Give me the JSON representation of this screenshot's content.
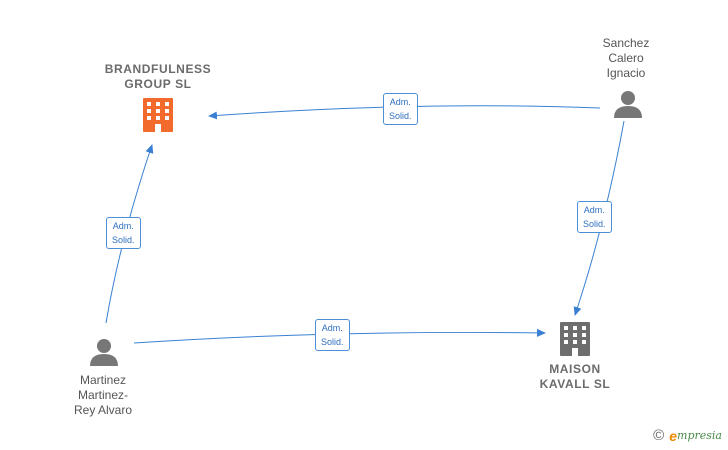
{
  "colors": {
    "edge": "#3a80d2",
    "company_highlight": "#f26a2c",
    "company_default": "#6e6e6e",
    "person": "#777777"
  },
  "nodes": {
    "brandfulness": {
      "label_lines": [
        "BRANDFULNESS",
        "GROUP  SL"
      ],
      "icon": "building-icon"
    },
    "maison": {
      "label_lines": [
        "MAISON",
        "KAVALL  SL"
      ],
      "icon": "building-icon"
    },
    "sanchez": {
      "label_lines": [
        "Sanchez",
        "Calero",
        "Ignacio"
      ],
      "icon": "person-icon"
    },
    "martinez": {
      "label_lines": [
        "Martinez",
        "Martinez-",
        "Rey Alvaro"
      ],
      "icon": "person-icon"
    }
  },
  "edges": [
    {
      "id": "sanchez-brandfulness",
      "label_lines": [
        "Adm.",
        "Solid."
      ]
    },
    {
      "id": "martinez-brandfulness",
      "label_lines": [
        "Adm.",
        "Solid."
      ]
    },
    {
      "id": "sanchez-maison",
      "label_lines": [
        "Adm.",
        "Solid."
      ]
    },
    {
      "id": "martinez-maison",
      "label_lines": [
        "Adm.",
        "Solid."
      ]
    }
  ],
  "footer": {
    "copyright": "©",
    "brand_initial": "e",
    "brand_rest": "mpresia"
  }
}
